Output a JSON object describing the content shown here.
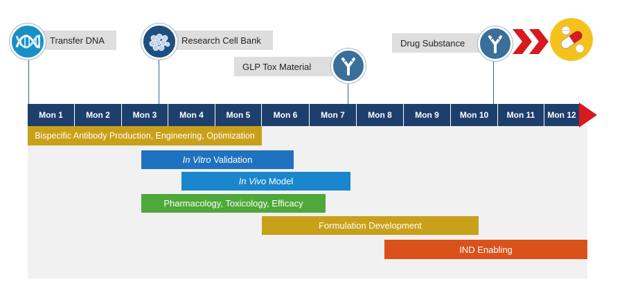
{
  "milestones": {
    "transfer_dna": "Transfer DNA",
    "research_cell_bank": "Research Cell Bank",
    "glp_tox_material": "GLP Tox Material",
    "drug_substance": "Drug Substance"
  },
  "months": [
    "Mon 1",
    "Mon 2",
    "Mon 3",
    "Mon 4",
    "Mon 5",
    "Mon 6",
    "Mon 7",
    "Mon 8",
    "Mon 9",
    "Mon 10",
    "Mon 11",
    "Mon 12"
  ],
  "tasks": {
    "bispecific": "Bispecific Antibody Production, Engineering, Optimization",
    "in_vitro_italic": "In Vitro",
    "in_vitro_rest": " Validation",
    "in_vivo_italic": "In Vivo",
    "in_vivo_rest": " Model",
    "pharmacology": "Pharmacology, Toxicology, Efficacy",
    "formulation": "Formulation Development",
    "ind": "IND Enabling"
  },
  "colors": {
    "axis": "#1e3f6c",
    "arrow": "#d71920",
    "bispecific": "#c9a019",
    "in_vitro": "#1f72bf",
    "in_vivo": "#1a86cc",
    "pharmacology": "#4ea83a",
    "formulation": "#c9a019",
    "ind": "#d9521b",
    "pill_bg": "#f4c21a"
  },
  "icons": {
    "transfer_dna": "dna-icon",
    "research_cell_bank": "cells-icon",
    "glp_tox_material": "antibody-icon",
    "drug_substance": "antibody-icon",
    "final": "pills-icon"
  }
}
